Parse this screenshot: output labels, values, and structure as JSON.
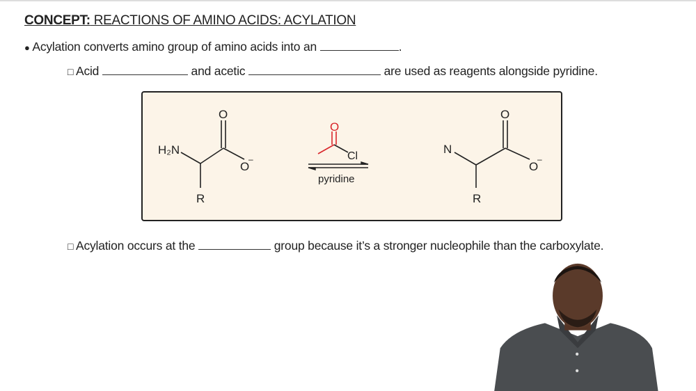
{
  "title": {
    "bold": "CONCEPT:",
    "rest": " REACTIONS OF AMINO ACIDS: ACYLATION"
  },
  "bullets": [
    {
      "text_before": "Acylation converts amino group of amino acids into an ",
      "text_after": "."
    },
    {
      "part1": "Acid ",
      "part2": " and acetic ",
      "part3": " are used as reagents alongside pyridine."
    },
    {
      "text_before": "Acylation occurs at the ",
      "text_after": " group because it’s a stronger nucleophile than the carboxylate."
    }
  ],
  "markers": {
    "bullet": "●",
    "checkbox": "□"
  },
  "reaction": {
    "reactant": {
      "amine": "H₂N",
      "carbonyl_o": "O",
      "carboxylate_o": "O",
      "charge": "–",
      "side_chain": "R"
    },
    "reagent": {
      "carbonyl_o": "O",
      "leaving_group": "Cl",
      "condition": "pyridine"
    },
    "product": {
      "nitrogen": "N",
      "carbonyl_o": "O",
      "carboxylate_o": "O",
      "charge": "–",
      "side_chain": "R"
    },
    "colors": {
      "reagent": "#d9262b",
      "bonds": "#222222",
      "box_bg": "#fcf4e8"
    }
  },
  "presenter": {
    "shirt_color": "#4a4d50",
    "skin_color": "#5a3a2a"
  }
}
